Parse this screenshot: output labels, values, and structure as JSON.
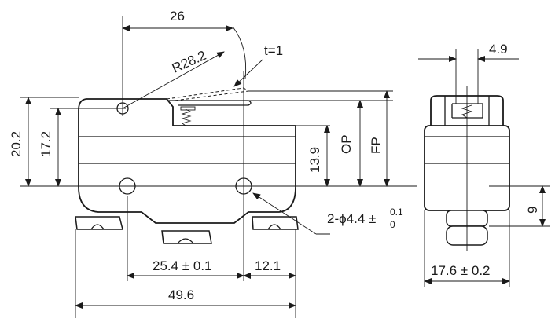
{
  "drawing": {
    "dims": {
      "top_26": "26",
      "radius": "R28.2",
      "thickness": "t=1",
      "h_20_2": "20.2",
      "h_17_2": "17.2",
      "h_13_9": "13.9",
      "op": "OP",
      "fp": "FP",
      "pitch": "25.4 ± 0.1",
      "offset": "12.1",
      "length": "49.6",
      "hole_prefix": "2-ϕ4.4 ±",
      "hole_tol_upper": "0.1",
      "hole_tol_lower": "0",
      "side_4_9": "4.9",
      "side_9": "9",
      "width": "17.6 ± 0.2"
    }
  }
}
